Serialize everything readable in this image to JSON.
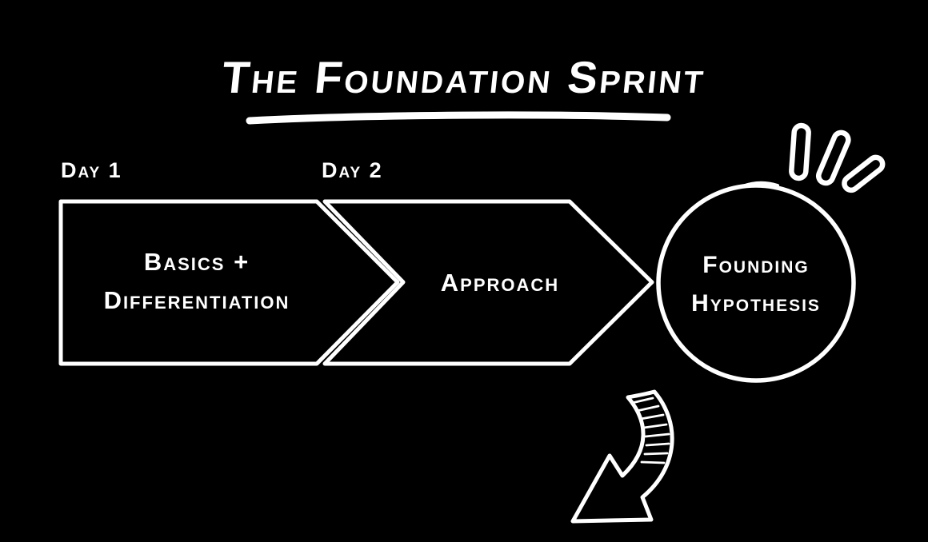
{
  "title": "The Foundation Sprint",
  "stages": [
    {
      "day": "Day 1",
      "line1": "Basics +",
      "line2": "Differentiation"
    },
    {
      "day": "Day 2",
      "line1": "Approach",
      "line2": ""
    }
  ],
  "result": {
    "line1": "Founding",
    "line2": "Hypothesis"
  },
  "colors": {
    "background": "#000000",
    "foreground": "#ffffff"
  },
  "icons": {
    "emphasis_marks": "three-radiating-dashes",
    "curved_arrow": "hand-drawn-arrow-pointing-down-left"
  }
}
